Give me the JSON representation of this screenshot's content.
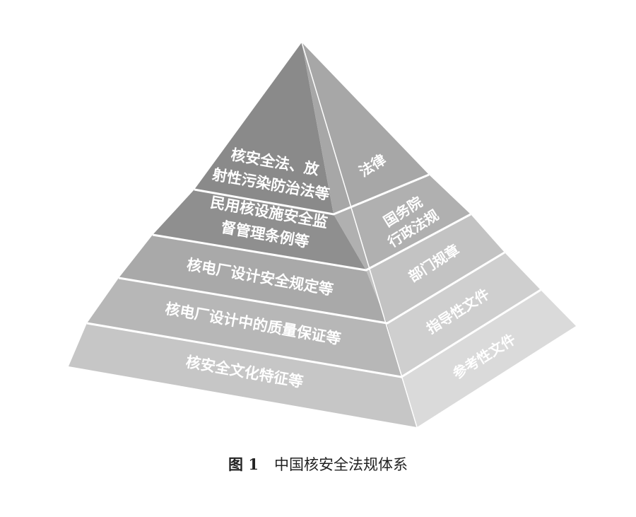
{
  "pyramid": {
    "front_levels": [
      {
        "lines": [
          "核安全法、放",
          "射性污染防治法等"
        ],
        "color": "#8a8a8a"
      },
      {
        "lines": [
          "民用核设施安全监",
          "督管理条例等"
        ],
        "color": "#8f8f8f"
      },
      {
        "lines": [
          "核电厂设计安全规定等"
        ],
        "color": "#a9a9a9"
      },
      {
        "lines": [
          "核电厂设计中的质量保证等"
        ],
        "color": "#b7b7b7"
      },
      {
        "lines": [
          "核安全文化特征等"
        ],
        "color": "#c6c6c6"
      }
    ],
    "side_levels": [
      {
        "lines": [
          "法律"
        ],
        "color": "#a7a7a7"
      },
      {
        "lines": [
          "国务院",
          "行政法规"
        ],
        "color": "#b0b0b0"
      },
      {
        "lines": [
          "部门规章"
        ],
        "color": "#c3c3c3"
      },
      {
        "lines": [
          "指导性文件"
        ],
        "color": "#cfcfcf"
      },
      {
        "lines": [
          "参考性文件"
        ],
        "color": "#dadada"
      }
    ],
    "separator_color": "#ffffff"
  },
  "caption": {
    "figure_number": "图 1",
    "title": "中国核安全法规体系"
  }
}
